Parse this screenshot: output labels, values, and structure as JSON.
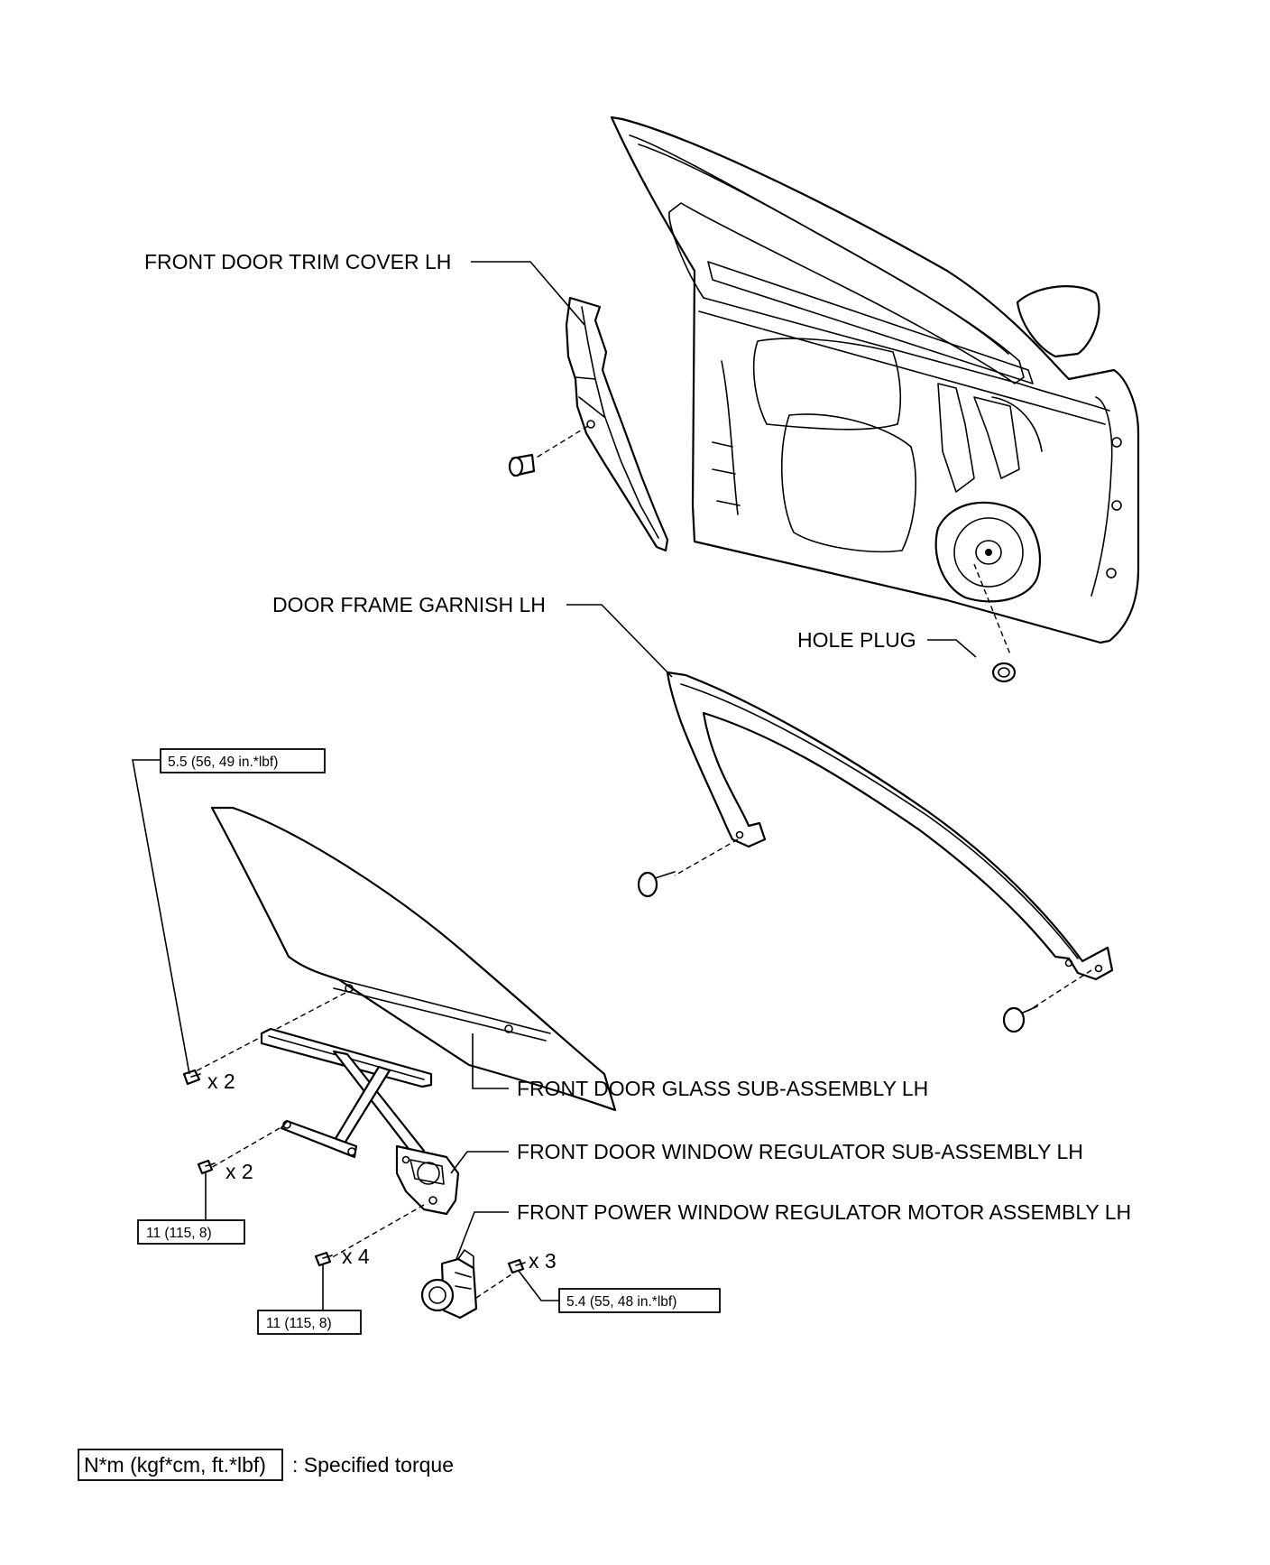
{
  "labels": {
    "trim_cover": "FRONT DOOR TRIM COVER LH",
    "frame_garnish": "DOOR FRAME GARNISH LH",
    "hole_plug": "HOLE PLUG",
    "glass": "FRONT DOOR GLASS SUB-ASSEMBLY LH",
    "regulator": "FRONT DOOR WINDOW REGULATOR SUB-ASSEMBLY LH",
    "motor": "FRONT POWER WINDOW REGULATOR MOTOR ASSEMBLY LH"
  },
  "torques": {
    "glass_bolts": "5.5 (56, 49 in.*lbf)",
    "regulator_bolts": "11 (115, 8)",
    "regulator_bolts_lower": "11 (115, 8)",
    "motor_screws": "5.4 (55, 48 in.*lbf)"
  },
  "quantities": {
    "glass_bolts": "x 2",
    "regulator_bolts": "x 2",
    "regulator_bolts_lower": "x 4",
    "motor_screws": "x 3"
  },
  "legend": {
    "unit_box": "N*m (kgf*cm, ft.*lbf)",
    "description": ": Specified torque"
  }
}
